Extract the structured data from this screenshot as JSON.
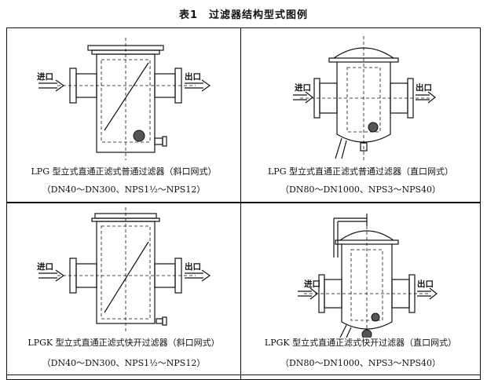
{
  "document": {
    "title": "表1　过滤器结构型式图例"
  },
  "cells": [
    {
      "inlet_label": "进口",
      "outlet_label": "出口",
      "caption_line1": "LPG 型立式直通正滤式普通过滤器（斜口网式）",
      "caption_line2": "（DN40～DN300、NPS1½～NPS12）"
    },
    {
      "inlet_label": "进口",
      "outlet_label": "出口",
      "caption_line1": "LPG 型立式直通正滤式普通过滤器（直口网式）",
      "caption_line2": "（DN80～DN1000、NPS3～NPS40）"
    },
    {
      "inlet_label": "进口",
      "outlet_label": "出口",
      "caption_line1": "LPGK 型立式直通正滤式快开过滤器（斜口网式）",
      "caption_line2": "（DN40～DN300、NPS1½～NPS12）"
    },
    {
      "inlet_label": "进口",
      "outlet_label": "出口",
      "caption_line1": "LPGK 型立式直通正滤式快开过滤器（直口网式）",
      "caption_line2": "（DN80～DN1000、NPS3～NPS40）"
    }
  ]
}
